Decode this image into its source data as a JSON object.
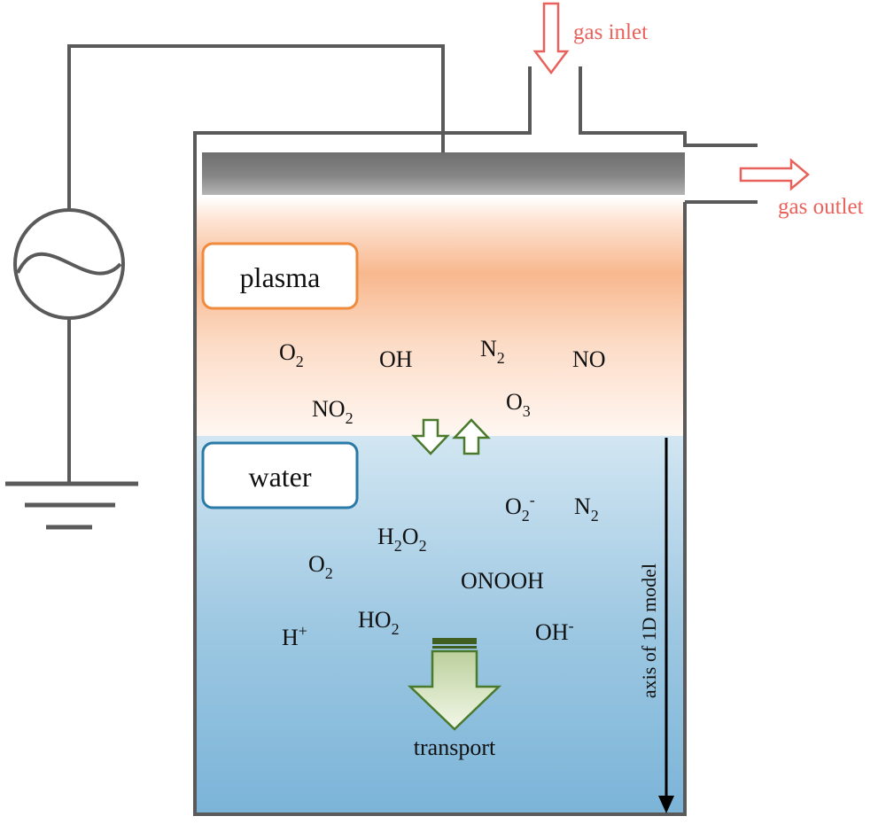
{
  "colors": {
    "wire": "#5a5a5a",
    "gas_label": "#e8615a",
    "plasma_box": "#f08a3c",
    "water_box": "#2a7aa8",
    "flux_arrow": "#4a7a2c",
    "transport_arrow_fill": "#d8e6c2",
    "transport_arrow_cap": "#3f5e1f"
  },
  "icons": {
    "ac_source": "ac-source-icon",
    "ground": "ground-icon"
  },
  "labels": {
    "gas_inlet": "gas inlet",
    "gas_outlet": "gas outlet",
    "plasma": "plasma",
    "water": "water",
    "transport": "transport",
    "axis": "axis of 1D model"
  },
  "plasma_species": {
    "o2": {
      "base": "O",
      "sub": "2"
    },
    "oh": {
      "base": "OH"
    },
    "n2": {
      "base": "N",
      "sub": "2"
    },
    "no": {
      "base": "NO"
    },
    "no2": {
      "base": "NO",
      "sub": "2"
    },
    "o3": {
      "base": "O",
      "sub": "3"
    }
  },
  "water_species": {
    "o2_minus": {
      "base": "O",
      "sub": "2",
      "sup": "-"
    },
    "n2": {
      "base": "N",
      "sub": "2"
    },
    "h2o2": {
      "base": "H",
      "sub": "2",
      "mid": "O",
      "sub2": "2"
    },
    "o2": {
      "base": "O",
      "sub": "2"
    },
    "onooh": {
      "base": "ONOOH"
    },
    "h_plus": {
      "base": "H",
      "sup": "+"
    },
    "ho2": {
      "base": "HO",
      "sub": "2"
    },
    "oh_minus": {
      "base": "OH",
      "sup": "-"
    }
  }
}
